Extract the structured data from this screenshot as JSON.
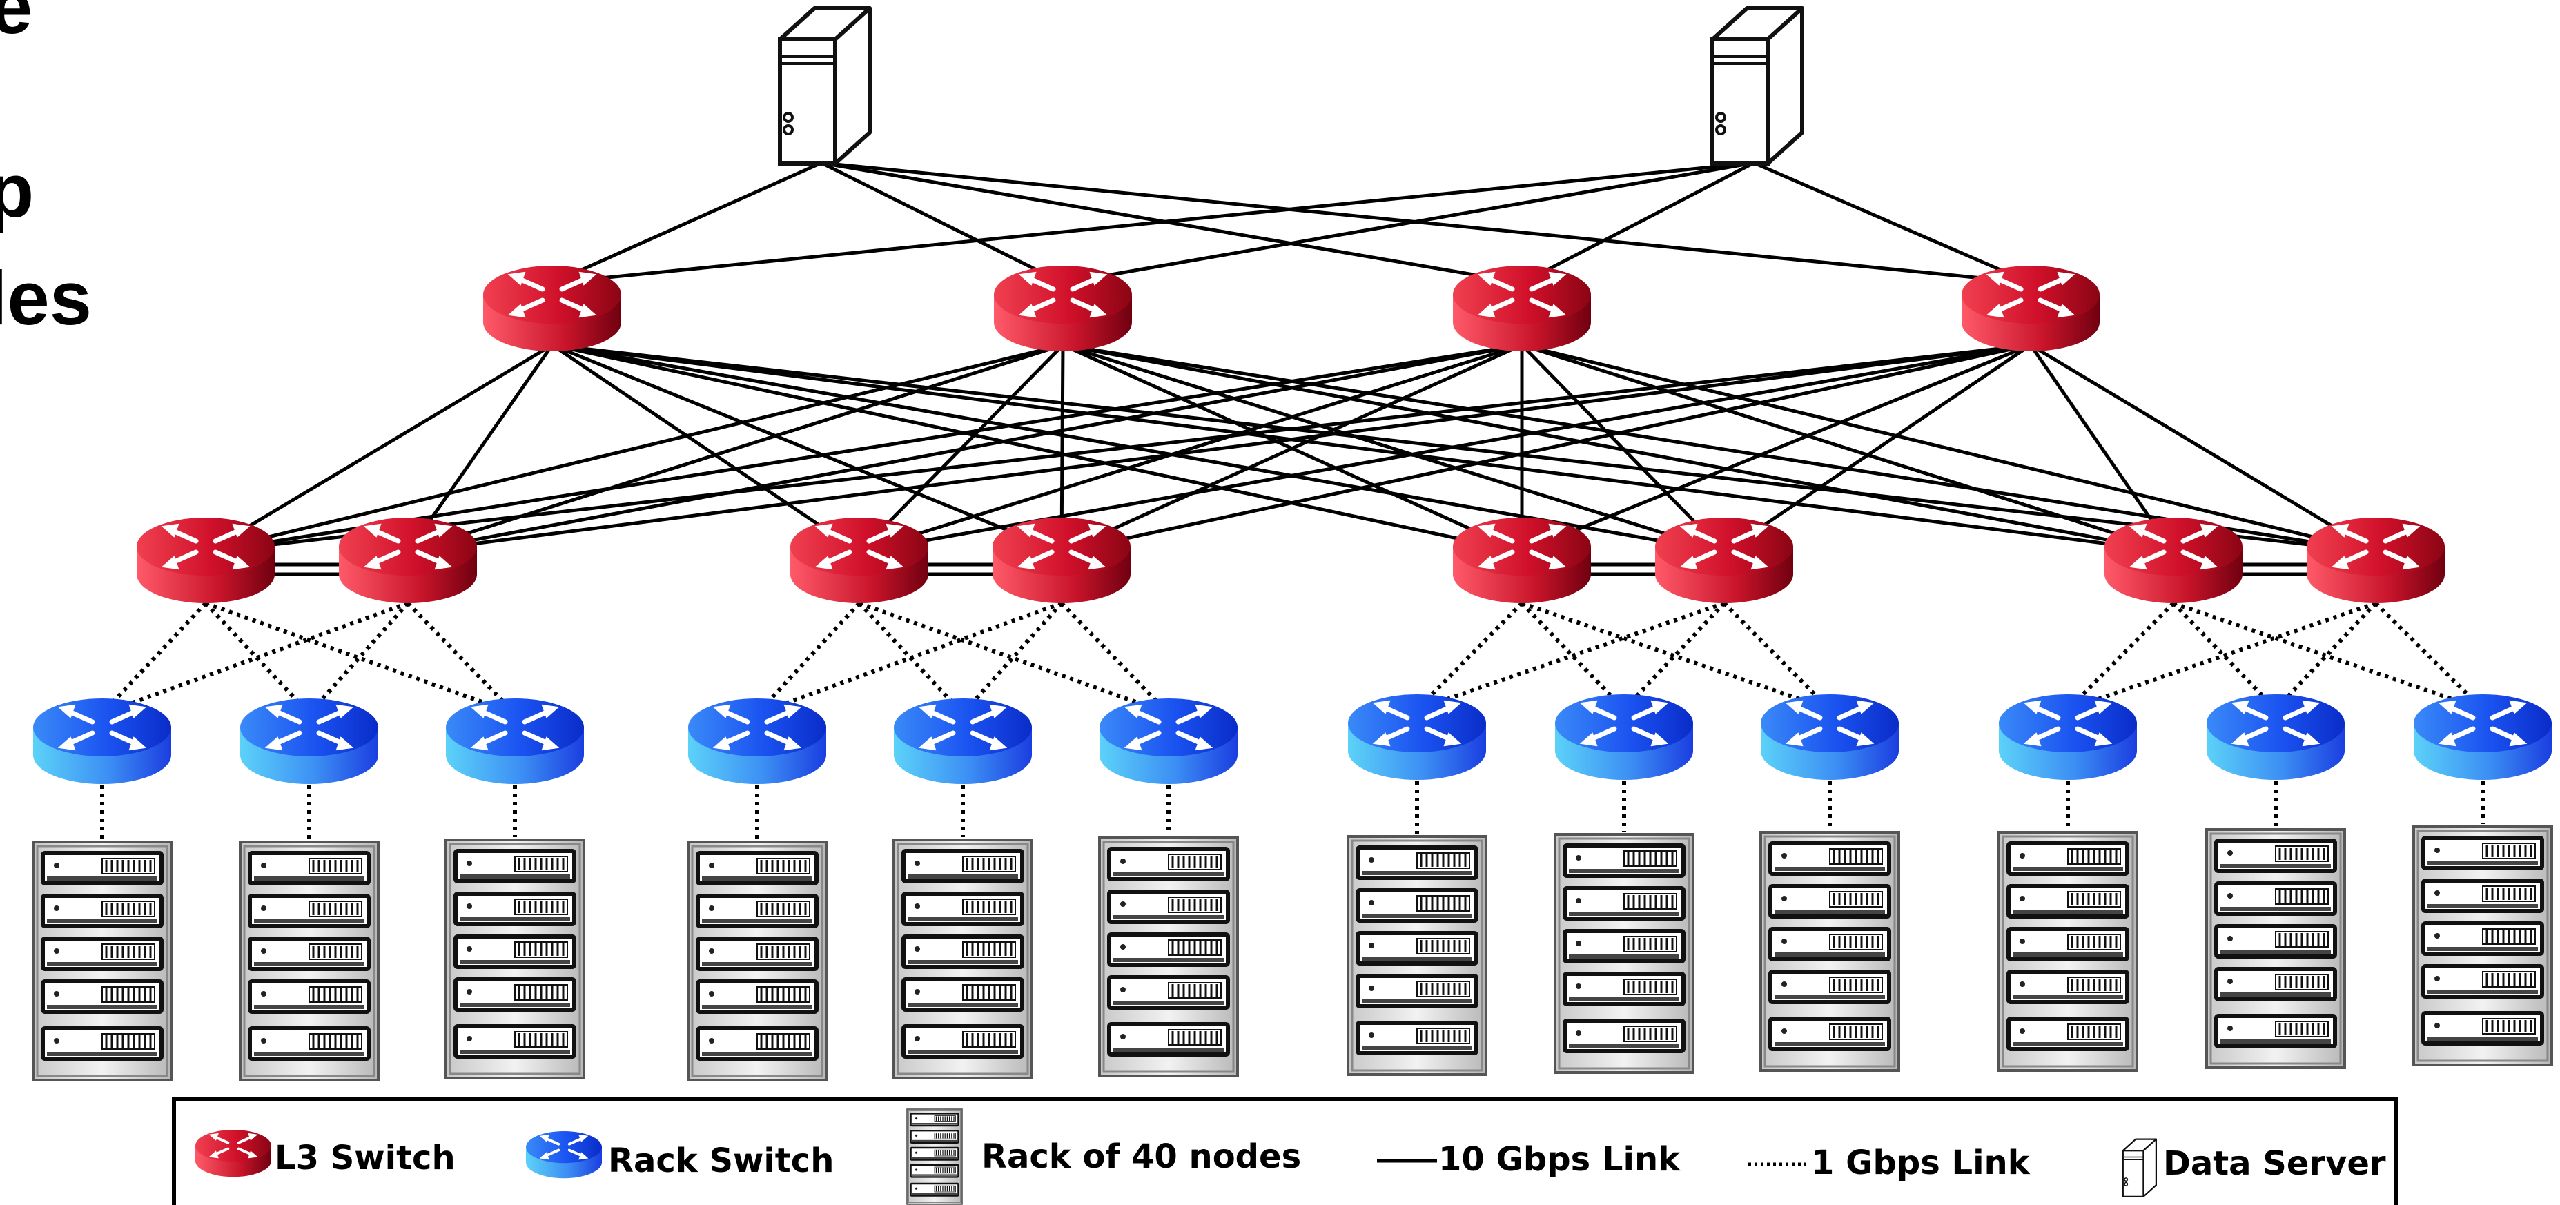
{
  "heading_fragments": [
    "e",
    "p",
    "les"
  ],
  "legend": {
    "l3_switch": "L3 Switch",
    "rack_switch": "Rack Switch",
    "rack": "Rack of 40 nodes",
    "link_10g": "10 Gbps Link",
    "link_1g": "1 Gbps Link",
    "data_server": "Data Server"
  },
  "colors": {
    "l3_switch": "#d8142a",
    "rack_switch": "#1c4ff0",
    "link": "#000000"
  },
  "icons": [
    "router-icon",
    "server-tower-icon",
    "server-rack-icon"
  ]
}
